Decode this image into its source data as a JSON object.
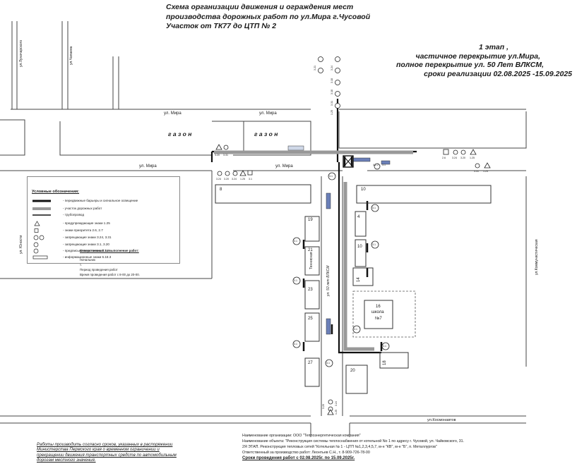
{
  "title": {
    "line1": "Схема организации движения и ограждения мест",
    "line2": "производства дорожных работ по ул.Мира г.Чусовой",
    "line3": "Участок от ТК77 до  ЦТП № 2"
  },
  "stage": {
    "line1": "1  этап ,",
    "line2": "частичное  перекрытие ул.Мира,",
    "line3": "полное перекрытие  ул. 50 Лет ВЛКСМ,",
    "line4": "сроки реализации  02.08.2025 -15.09.2025"
  },
  "streets": {
    "lunacharskogo": "ул.Луначарского",
    "chapaeva": "ул.Чапаева",
    "mira_top_1": "ул. Мира",
    "mira_top_2": "ул. Мира",
    "mira_bottom_1": "ул. Мира",
    "mira_bottom_2": "ул. Мира",
    "yunosti": "ул. Юности",
    "vlksm": "ул. 50 лет ВЛКСМ",
    "kommunisticheskaya": "ул.Коммунистическая",
    "kosmonavtov": "ул.Космонавтов",
    "tennis": "Теннисная"
  },
  "lawns": {
    "left": "г а з о н",
    "right": "г а з о н"
  },
  "buildings": {
    "b4_left": "4",
    "b8": "8",
    "b10": "10",
    "b19": "19",
    "b21": "21",
    "b23": "23",
    "b25": "25",
    "b27": "27",
    "b4_right": "4",
    "b10_right": "10",
    "b14": "14",
    "b16": "16",
    "school_1": "школа",
    "school_2": "№7",
    "b18": "18",
    "b20": "20"
  },
  "signs": {
    "col_top": [
      "3.21",
      "3.24",
      "3.18",
      "3.18",
      "3.31",
      "1.25"
    ],
    "mira_top_left": [
      "3.20",
      "3.31"
    ],
    "mira_bottom_left": [
      "3.24",
      "3.20",
      "3.24",
      "1.25",
      "3.1"
    ],
    "mira_mid": [
      "4.2.2",
      "3.1"
    ],
    "mira_right": [
      "2.6",
      "3.24",
      "3.20",
      "1.25"
    ],
    "mira_right_lower": [
      "3.31",
      "1.25"
    ],
    "detour": "3.1",
    "bottom_col": [
      "3.20",
      "3.24",
      "1.25"
    ]
  },
  "legend": {
    "title": "Условные обозначения:",
    "items": [
      "- передвижные барьеры и сигнальное освещение",
      "- участок дорожных работ",
      "- трубопровод",
      "- предупреждающие знаки  1.25",
      "- знаки приоритета  2.6, 2.7",
      "- запрещающие знаки  3.24, 3.31",
      "- запрещающие знаки  3.1, 3.20",
      "- предписывающие знаки  4.2.2",
      "- информационные знаки 6.18.3"
    ]
  },
  "responsible": {
    "heading": "Ответственный за выполнение работ:",
    "l1": "Начальник",
    "l2": "т.",
    "l3": "Период проведения работ",
    "l4": "Время проведения работ с 8-00 до 20-00."
  },
  "note": {
    "l1": "Работы производить согласно сроков, указанных в распоряжении",
    "l2": "Министерства Пермского края о временном ограничении и",
    "l3": "прекращении движения транспортных средств по автомобильным",
    "l4": "дорогам местного значения."
  },
  "org": {
    "l1": "Наименование организации: ООО \"Теплоэнергетическая компания\"",
    "l2": "Наименование объекта: \"Реконструкция системы теплоснабжения от котельной No 1 по адресу г. Чусовой, ул. Чайковского, 31.",
    "l3": "2Я ЭТАП. Реконструкция тепловых сетей \"Котельная № 1 - ЦТП №1,2,3,4,5,7, м-н \"КВ\", м-н \"Б\", п. Металлургов\"",
    "l4": "Ответственный за производство работ: Леонтьев С.Н.,  т. 8-909-726-78-00",
    "l5": "Сроки проведения работ с  02.08.2025г. по 15.09.2025г."
  }
}
